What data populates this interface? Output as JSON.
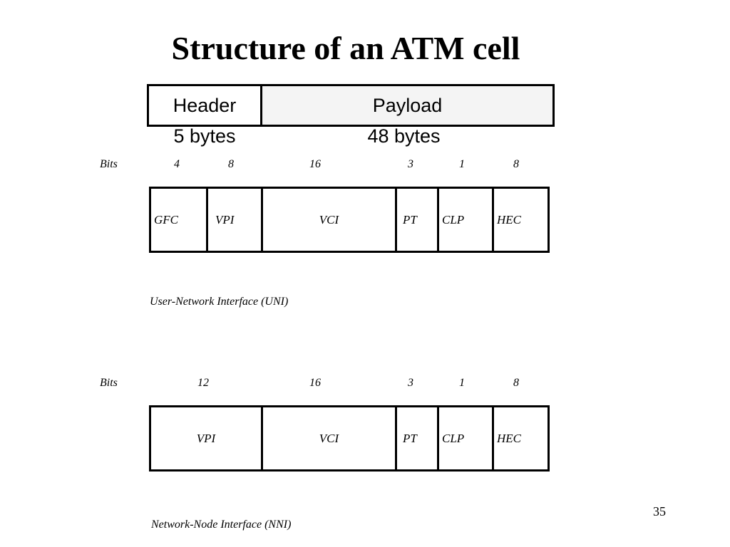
{
  "title": "Structure of an ATM cell",
  "cell": {
    "header_label": "Header",
    "payload_label": "Payload",
    "header_size": "5 bytes",
    "payload_size": "48 bytes"
  },
  "uni": {
    "bits_label": "Bits",
    "bits": [
      "4",
      "8",
      "16",
      "3",
      "1",
      "8"
    ],
    "fields": [
      "GFC",
      "VPI",
      "VCI",
      "PT",
      "CLP",
      "HEC"
    ],
    "caption": "User-Network Interface (UNI)"
  },
  "nni": {
    "bits_label": "Bits",
    "bits": [
      "12",
      "16",
      "3",
      "1",
      "8"
    ],
    "fields": [
      "VPI",
      "VCI",
      "PT",
      "CLP",
      "HEC"
    ],
    "caption": "Network-Node Interface (NNI)"
  },
  "slide_number": "35",
  "colors": {
    "payload_fill": "#f4f4f4",
    "lines": "#000000"
  }
}
